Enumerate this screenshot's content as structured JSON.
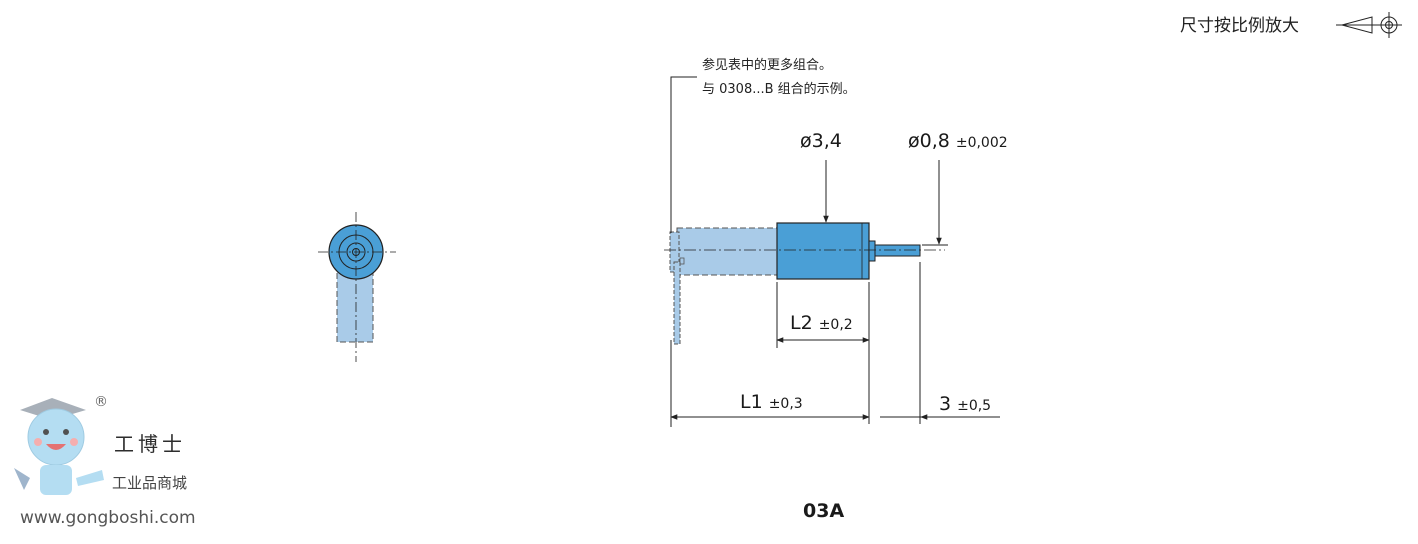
{
  "header": {
    "scale_label": "尺寸按比例放大"
  },
  "notes": {
    "line1": "参见表中的更多组合。",
    "line2": "与 0308...B 组合的示例。"
  },
  "dimensions": {
    "d_body": "ø3,4",
    "d_shaft": "ø0,8",
    "d_shaft_tol": "±0,002",
    "l2": "L2",
    "l2_tol": "±0,2",
    "l1": "L1",
    "l1_tol": "±0,3",
    "shaft_len": "3",
    "shaft_len_tol": "±0,5"
  },
  "model_label": "03A",
  "watermark": {
    "brand": "工博士",
    "subtitle": "工业品商城",
    "url": "www.gongboshi.com",
    "registered": "®"
  },
  "colors": {
    "motor_blue": "#4a9fd6",
    "combo_blue": "#a9cbe8",
    "line": "#222222"
  }
}
